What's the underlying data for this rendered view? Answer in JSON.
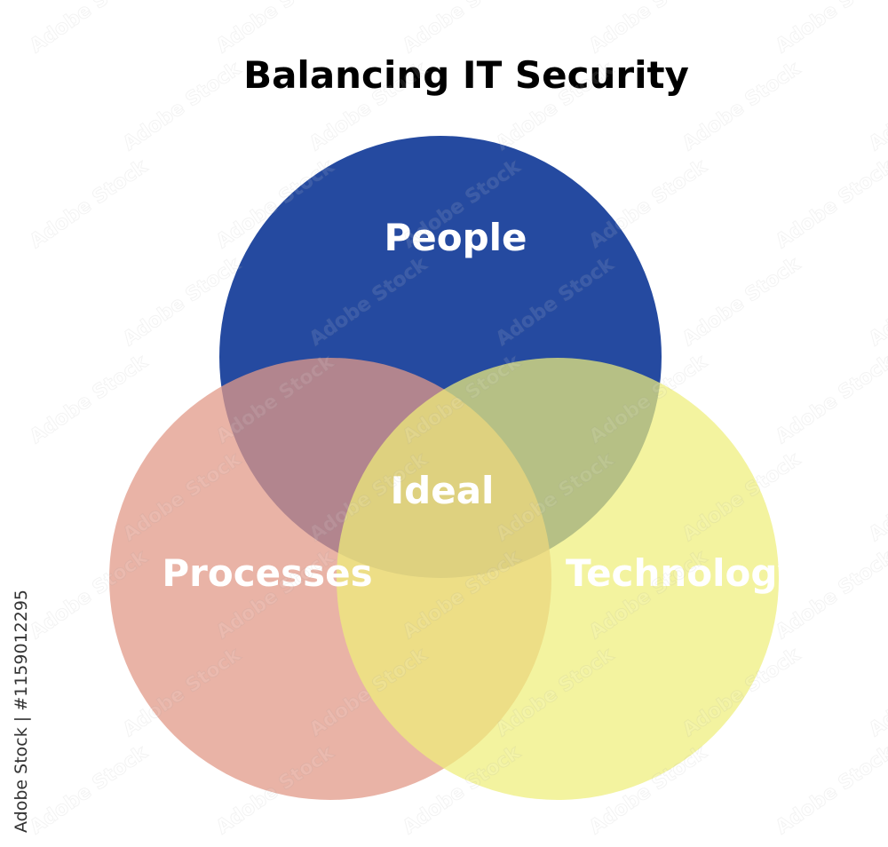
{
  "title": "Balancing IT Security",
  "circles": [
    {
      "label": "People",
      "color": "#254aa0"
    },
    {
      "label": "Processes",
      "color": "#e29a88"
    },
    {
      "label": "Technology",
      "color": "#efef7a"
    }
  ],
  "center_label": "Ideal",
  "label_color": "#ffffff",
  "watermark_id": "Adobe Stock | #1159012295",
  "watermark_text": "Adobe Stock"
}
